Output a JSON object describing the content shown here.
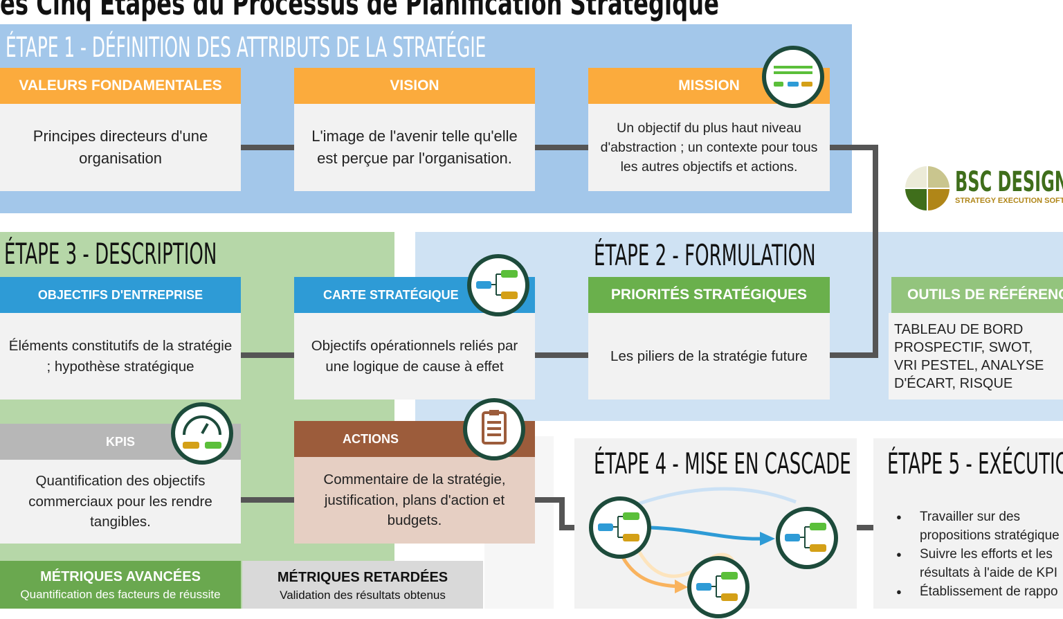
{
  "title": "es Cinq Étapes du Processus de Planification Stratégique",
  "colors": {
    "stage1_bg": "#a3c7ea",
    "stage2_bg": "#cfe2f3",
    "stage3_bg": "#b6d7a8",
    "orange": "#fbab3d",
    "blue": "#2e9bd6",
    "green": "#6ab04c",
    "brown": "#9c5c3b",
    "gray": "#b7b7b7",
    "icon_ring": "#1d4b3b"
  },
  "stage1": {
    "title": "ÉTAPE 1 - DÉFINITION DES ATTRIBUTS DE LA STRATÉGIE",
    "boxes": [
      {
        "header": "VALEURS FONDAMENTALES",
        "body": "Principes directeurs d'une organisation"
      },
      {
        "header": "VISION",
        "body": "L'image de l'avenir telle qu'elle est perçue par l'organisation."
      },
      {
        "header": "MISSION",
        "body": "Un objectif du plus haut niveau d'abstraction ; un contexte pour tous les autres objectifs et actions.",
        "icon": "document-lines-icon"
      }
    ]
  },
  "stage2": {
    "title": "ÉTAPE 2 - FORMULATION",
    "boxes": [
      {
        "header": "PRIORITÉS STRATÉGIQUES",
        "body": "Les piliers de la stratégie future"
      },
      {
        "header": "OUTILS DE RÉFÉRENC",
        "body": "TABLEAU DE BORD PROSPECTIF, SWOT, VRI PESTEL, ANALYSE D'ÉCART, RISQUE"
      }
    ]
  },
  "stage3": {
    "title": "ÉTAPE 3 - DESCRIPTION",
    "boxes": [
      {
        "header": "OBJECTIFS D'ENTREPRISE",
        "body": "Éléments constitutifs de la stratégie ; hypothèse stratégique"
      },
      {
        "header": "CARTE STRATÉGIQUE",
        "body": "Objectifs opérationnels reliés par une logique de cause à effet",
        "icon": "strategy-map-icon"
      },
      {
        "header": "KPIS",
        "body": "Quantification des objectifs commerciaux pour les rendre tangibles.",
        "icon": "gauge-icon"
      },
      {
        "header": "ACTIONS",
        "body": "Commentaire de la stratégie, justification, plans d'action et budgets.",
        "icon": "clipboard-icon"
      }
    ],
    "leading": {
      "title": "MÉTRIQUES AVANCÉES",
      "subtitle": "Quantification des facteurs de réussite"
    },
    "lagging": {
      "title": "MÉTRIQUES RETARDÉES",
      "subtitle": "Validation des résultats obtenus"
    }
  },
  "stage4": {
    "title": "ÉTAPE 4 - MISE EN CASCADE"
  },
  "stage5": {
    "title": "ÉTAPE 5 - EXÉCUTIO",
    "items": [
      "Travailler sur des",
      "propositions stratégique",
      "Suivre les efforts et les",
      "résultats à l'aide de KPI",
      "Établissement de rappo"
    ]
  },
  "logo": {
    "name": "BSC DESIGN",
    "tagline": "STRATEGY EXECUTION SOFT"
  }
}
